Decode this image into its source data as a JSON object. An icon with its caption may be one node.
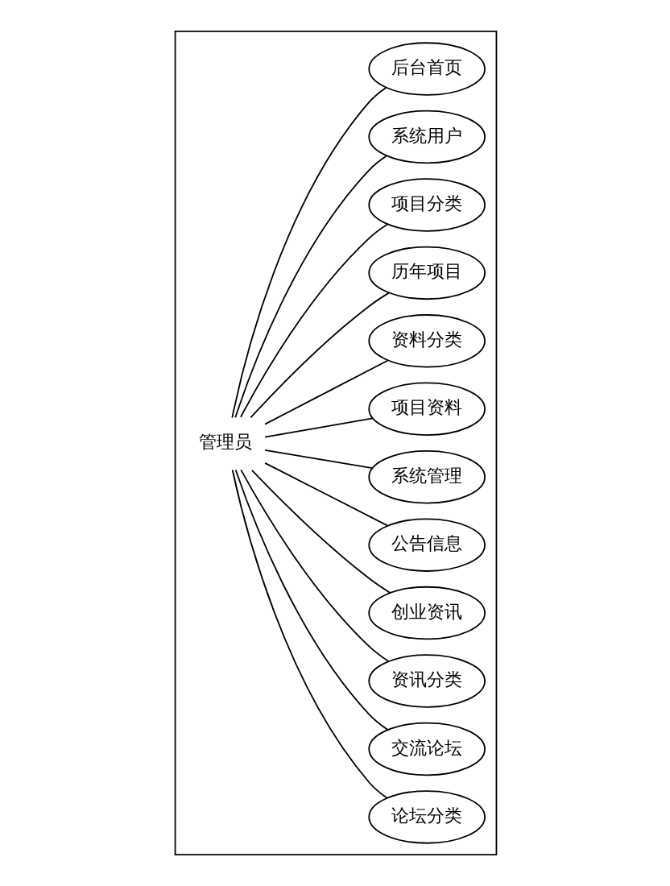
{
  "diagram": {
    "nodes": [
      {
        "text": [],
        "shape": "box"
      },
      {
        "text": [
          "管理员"
        ],
        "in": 0
      },
      {
        "text": [
          "后台首页"
        ],
        "in": 0
      },
      {
        "text": [
          "系统用户"
        ],
        "in": 0
      },
      {
        "text": [
          "项目分类"
        ],
        "in": 0
      },
      {
        "text": [
          "历年项目"
        ],
        "in": 0
      },
      {
        "text": [
          "资料分类"
        ],
        "in": 0
      },
      {
        "text": [
          "项目资料"
        ],
        "in": 0
      },
      {
        "text": [
          "系统管理"
        ],
        "in": 0
      },
      {
        "text": [
          "公告信息"
        ],
        "in": 0
      },
      {
        "text": [
          "创业资讯"
        ],
        "in": 0
      },
      {
        "text": [
          "资讯分类"
        ],
        "in": 0
      },
      {
        "text": [
          "交流论坛"
        ],
        "in": 0
      },
      {
        "text": [
          "论坛分类"
        ],
        "in": 0
      }
    ],
    "edges": [
      {
        "from": 1,
        "to": 2,
        "arrow": "none"
      },
      {
        "from": 1,
        "to": 3,
        "arrow": "none"
      },
      {
        "from": 1,
        "to": 4,
        "arrow": "none"
      },
      {
        "from": 1,
        "to": 5,
        "arrow": "none"
      },
      {
        "from": 1,
        "to": 6,
        "arrow": "none"
      },
      {
        "from": 1,
        "to": 7,
        "arrow": "none"
      },
      {
        "from": 1,
        "to": 8,
        "arrow": "none"
      },
      {
        "from": 1,
        "to": 9,
        "arrow": "none"
      },
      {
        "from": 1,
        "to": 10,
        "arrow": "none"
      },
      {
        "from": 1,
        "to": 11,
        "arrow": "none"
      },
      {
        "from": 1,
        "to": 12,
        "arrow": "none"
      },
      {
        "from": 1,
        "to": 13,
        "arrow": "none"
      }
    ]
  }
}
